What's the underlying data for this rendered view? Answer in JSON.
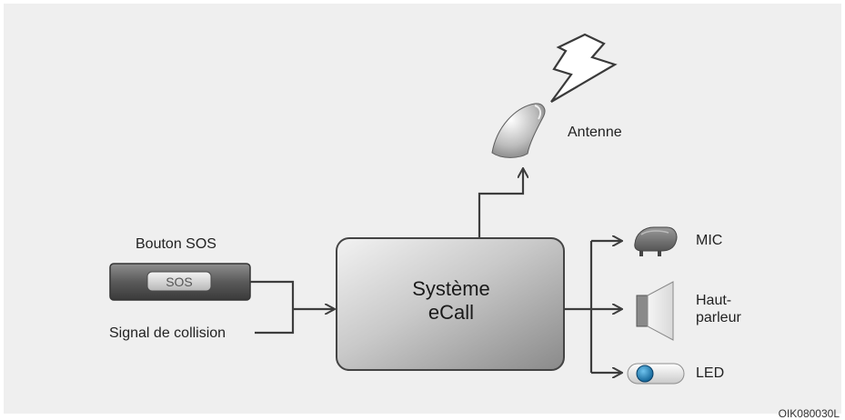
{
  "diagram": {
    "center": {
      "line1": "Système",
      "line2": "eCall"
    },
    "sos_button": {
      "title": "Bouton SOS",
      "key_text": "SOS"
    },
    "collision_signal": "Signal de collision",
    "antenna": "Antenne",
    "mic": "MIC",
    "speaker": {
      "line1": "Haut-",
      "line2": "parleur"
    },
    "led": "LED",
    "figure_code": "OIK080030L"
  }
}
